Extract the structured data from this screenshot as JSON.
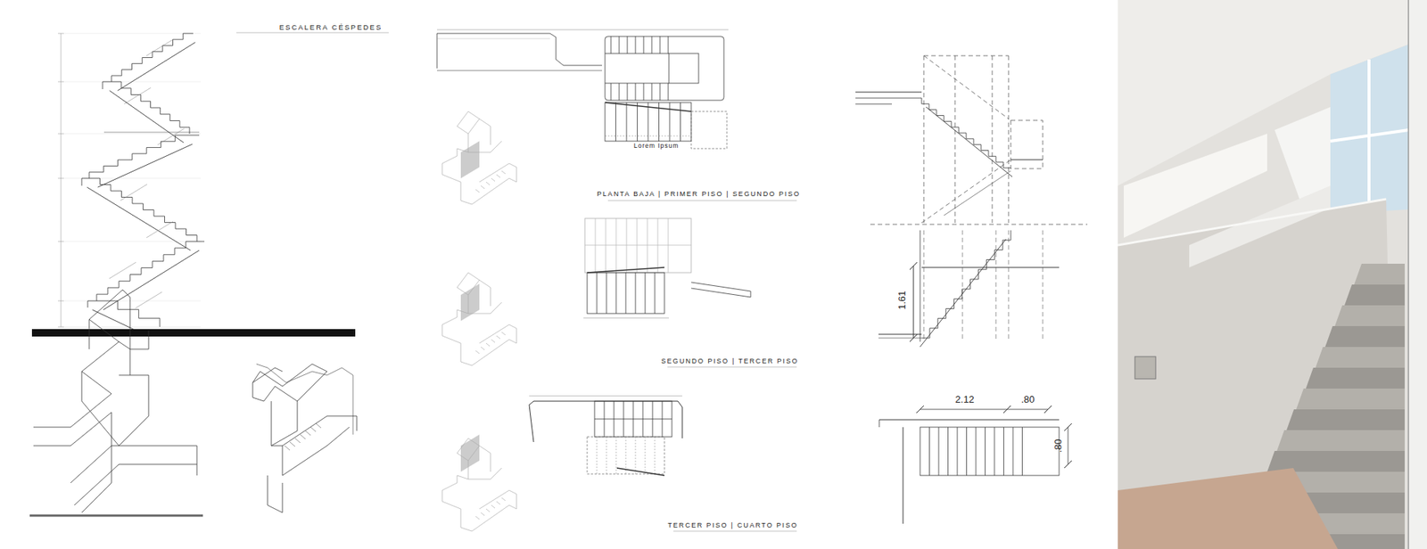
{
  "diagram": {
    "title": "ESCALERA CÉSPEDES",
    "labels": [
      "PLANTA BAJA | PRIMER PISO | SEGUNDO PISO",
      "Lorem Ipsum",
      "SEGUNDO PISO | TERCER PISO",
      "TERCER PISO | CUARTO PISO",
      "1.61",
      "2.12",
      ".80",
      ".80"
    ]
  }
}
